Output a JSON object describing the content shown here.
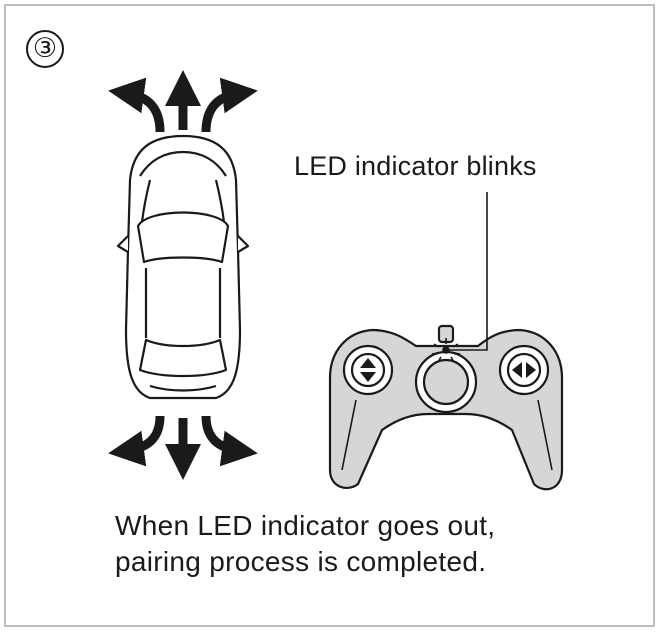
{
  "step_number": "③",
  "led_label": "LED indicator blinks",
  "caption": {
    "line1": "When LED indicator goes out,",
    "line2": "pairing process is completed."
  },
  "colors": {
    "ink": "#1a1a1a",
    "remote_fill": "#d6d6d6",
    "border": "#bdbdbd"
  }
}
